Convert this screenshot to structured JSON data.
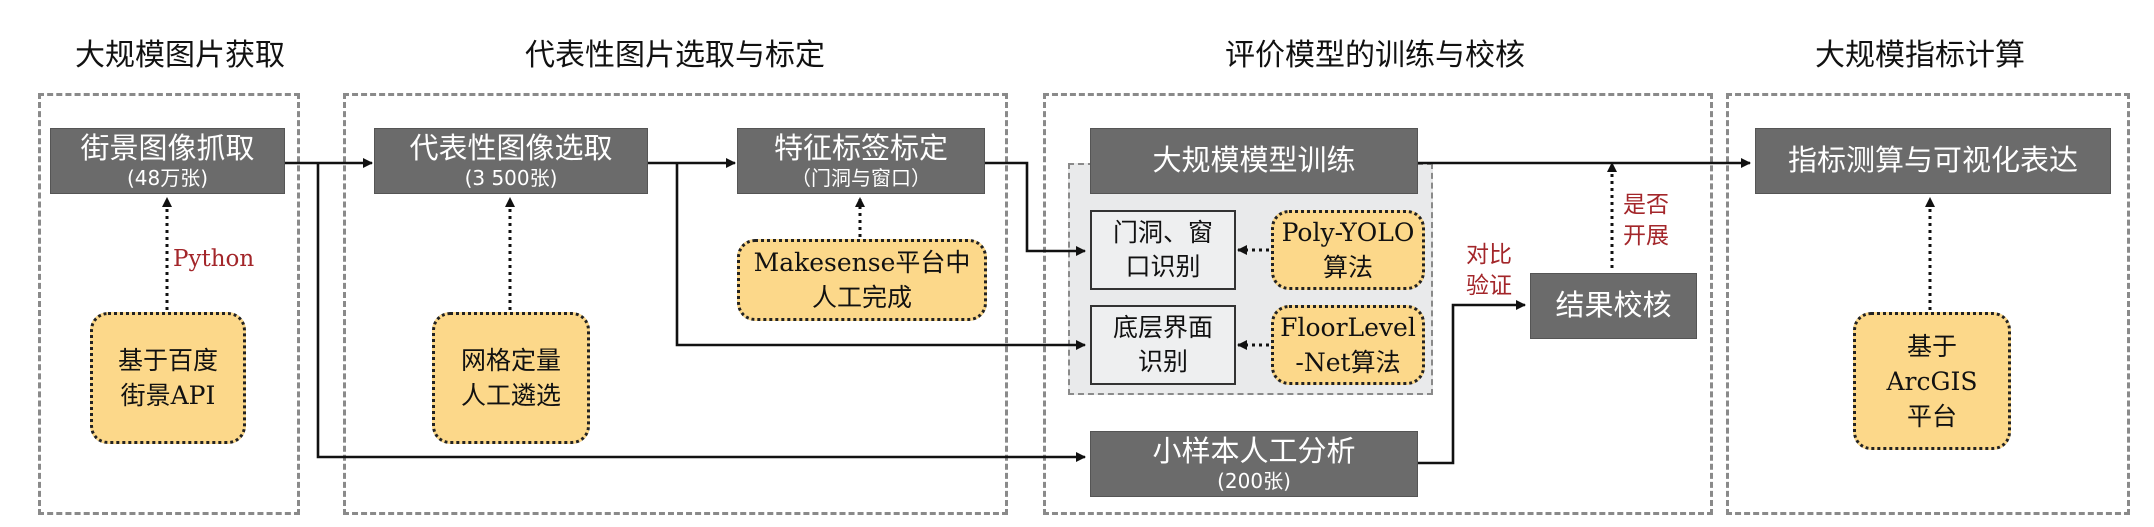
{
  "stages": [
    {
      "title": "大规模图片获取"
    },
    {
      "title": "代表性图片选取与标定"
    },
    {
      "title": "评价模型的训练与校核"
    },
    {
      "title": "大规模指标计算"
    }
  ],
  "process_boxes": {
    "street_view": {
      "main": "街景图像抓取",
      "sub": "(48万张)"
    },
    "representative": {
      "main": "代表性图像选取",
      "sub": "(3 500张)"
    },
    "feature_label": {
      "main": "特征标签标定",
      "sub": "（门洞与窗口）"
    },
    "model_training": {
      "main": "大规模模型训练"
    },
    "small_sample": {
      "main": "小样本人工分析",
      "sub": "(200张)"
    },
    "result_check": {
      "main": "结果校核"
    },
    "indicator": {
      "main": "指标测算与可视化表达"
    }
  },
  "recognition_boxes": {
    "door_window": "门洞、窗\n口识别",
    "floor_interface": "底层界面\n识别"
  },
  "method_boxes": {
    "baidu_api": "基于百度\n街景API",
    "grid_selection": "网格定量\n人工遴选",
    "makesense": "Makesense平台中\n人工完成",
    "poly_yolo": "Poly-YOLO\n算法",
    "floorlevel": "FloorLevel\n-Net算法",
    "arcgis": "基于\nArcGIS\n平台"
  },
  "labels": {
    "python": "Python",
    "compare": "对比\n验证",
    "deploy": "是否\n开展"
  },
  "colors": {
    "process_fill": "#6b6b6b",
    "method_fill": "#fcd88a",
    "label_red": "#a3262a",
    "dashed_border": "#8a8a8a"
  }
}
